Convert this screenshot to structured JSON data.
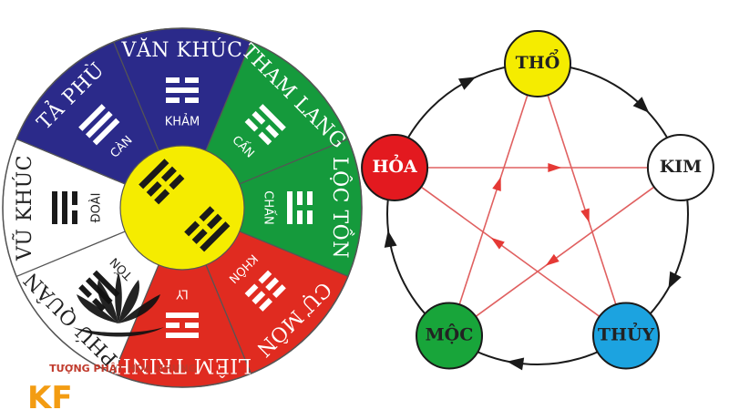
{
  "bagua_wheel": {
    "center_color": "#f5ec00",
    "sectors": [
      {
        "name": "VĂN KHÚC",
        "trigram_label": "KHẢM",
        "color": "#2b2a8a",
        "lines": [
          0,
          1,
          0
        ]
      },
      {
        "name": "THAM LANG",
        "trigram_label": "CẤN",
        "color": "#159a3c",
        "lines": [
          1,
          0,
          0
        ]
      },
      {
        "name": "LỘC TỒN",
        "trigram_label": "CHẤN",
        "color": "#159a3c",
        "lines": [
          0,
          0,
          1
        ]
      },
      {
        "name": "CỰ MÔN",
        "trigram_label": "KHÔN",
        "color": "#e02b20",
        "lines": [
          0,
          0,
          0
        ]
      },
      {
        "name": "LIÊM TRINH",
        "trigram_label": "LY",
        "color": "#e02b20",
        "lines": [
          1,
          0,
          1
        ]
      },
      {
        "name": "PHÚ QUÂN",
        "trigram_label": "TỐN",
        "color": "#ffffff",
        "lines": [
          0,
          1,
          1
        ]
      },
      {
        "name": "VŨ KHÚC",
        "trigram_label": "ĐOÀI",
        "color": "#ffffff",
        "lines": [
          1,
          1,
          0
        ]
      },
      {
        "name": "TẢ PHÙ",
        "trigram_label": "CÀN",
        "color": "#2b2a8a",
        "lines": [
          1,
          1,
          1
        ]
      }
    ]
  },
  "five_elements": {
    "nodes": [
      {
        "id": "tho",
        "label": "THỔ",
        "color": "#f5ec00"
      },
      {
        "id": "kim",
        "label": "KIM",
        "color": "#ffffff"
      },
      {
        "id": "thuy",
        "label": "THỦY",
        "color": "#1ca3e0"
      },
      {
        "id": "moc",
        "label": "MỘC",
        "color": "#18a53a"
      },
      {
        "id": "hoa",
        "label": "HỎA",
        "color": "#e3191f"
      }
    ],
    "generating_cycle": [
      "tho",
      "kim",
      "thuy",
      "moc",
      "hoa",
      "tho"
    ],
    "overcoming_cycle": [
      "hoa",
      "kim",
      "moc",
      "tho",
      "thuy",
      "hoa"
    ],
    "cycle_color": "#1a1a1a",
    "overcome_color": "#e06060"
  },
  "watermark": {
    "brand_text": "TƯỢNG PHẬT HÒA NHUNG",
    "logo_text": "KF"
  }
}
